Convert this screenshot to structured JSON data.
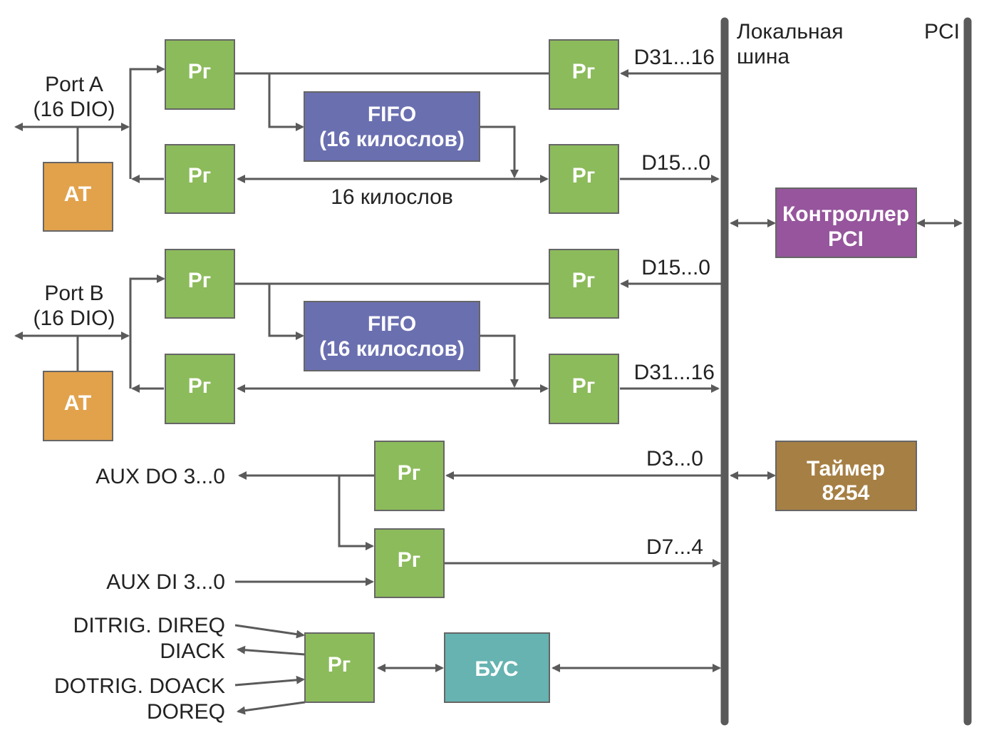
{
  "bus": {
    "local_title_1": "Локальная",
    "local_title_2": "шина",
    "pci_title": "PCI"
  },
  "ports": {
    "a_name": "Port A",
    "a_sub": "(16 DIO)",
    "b_name": "Port B",
    "b_sub": "(16 DIO)"
  },
  "blocks": {
    "reg": "Рг",
    "at": "АТ",
    "fifo_line1": "FIFO",
    "fifo_line2": "(16 килослов)",
    "pci_ctrl_line1": "Контроллер",
    "pci_ctrl_line2": "PCI",
    "timer_line1": "Таймер",
    "timer_line2": "8254",
    "bus_ctrl": "БУС"
  },
  "signals": {
    "a_top": "D31...16",
    "a_bottom": "D15...0",
    "a_bypass": "16 килослов",
    "b_top": "D15...0",
    "b_bottom": "D31...16",
    "aux_do_bus": "D3...0",
    "aux_di_bus": "D7...4",
    "aux_do": "AUX DO 3...0",
    "aux_di": "AUX DI 3...0",
    "ditrig": "DITRIG. DIREQ",
    "diack": "DIACK",
    "dotrig": "DOTRIG. DOACK",
    "doreq": "DOREQ"
  },
  "colors": {
    "reg": "#8cbb5b",
    "at": "#e2a24b",
    "fifo": "#6a6fb0",
    "pci_ctrl": "#96559c",
    "timer": "#a67f44",
    "bus_ctrl": "#66b3b1",
    "line": "#5a5a5a"
  }
}
